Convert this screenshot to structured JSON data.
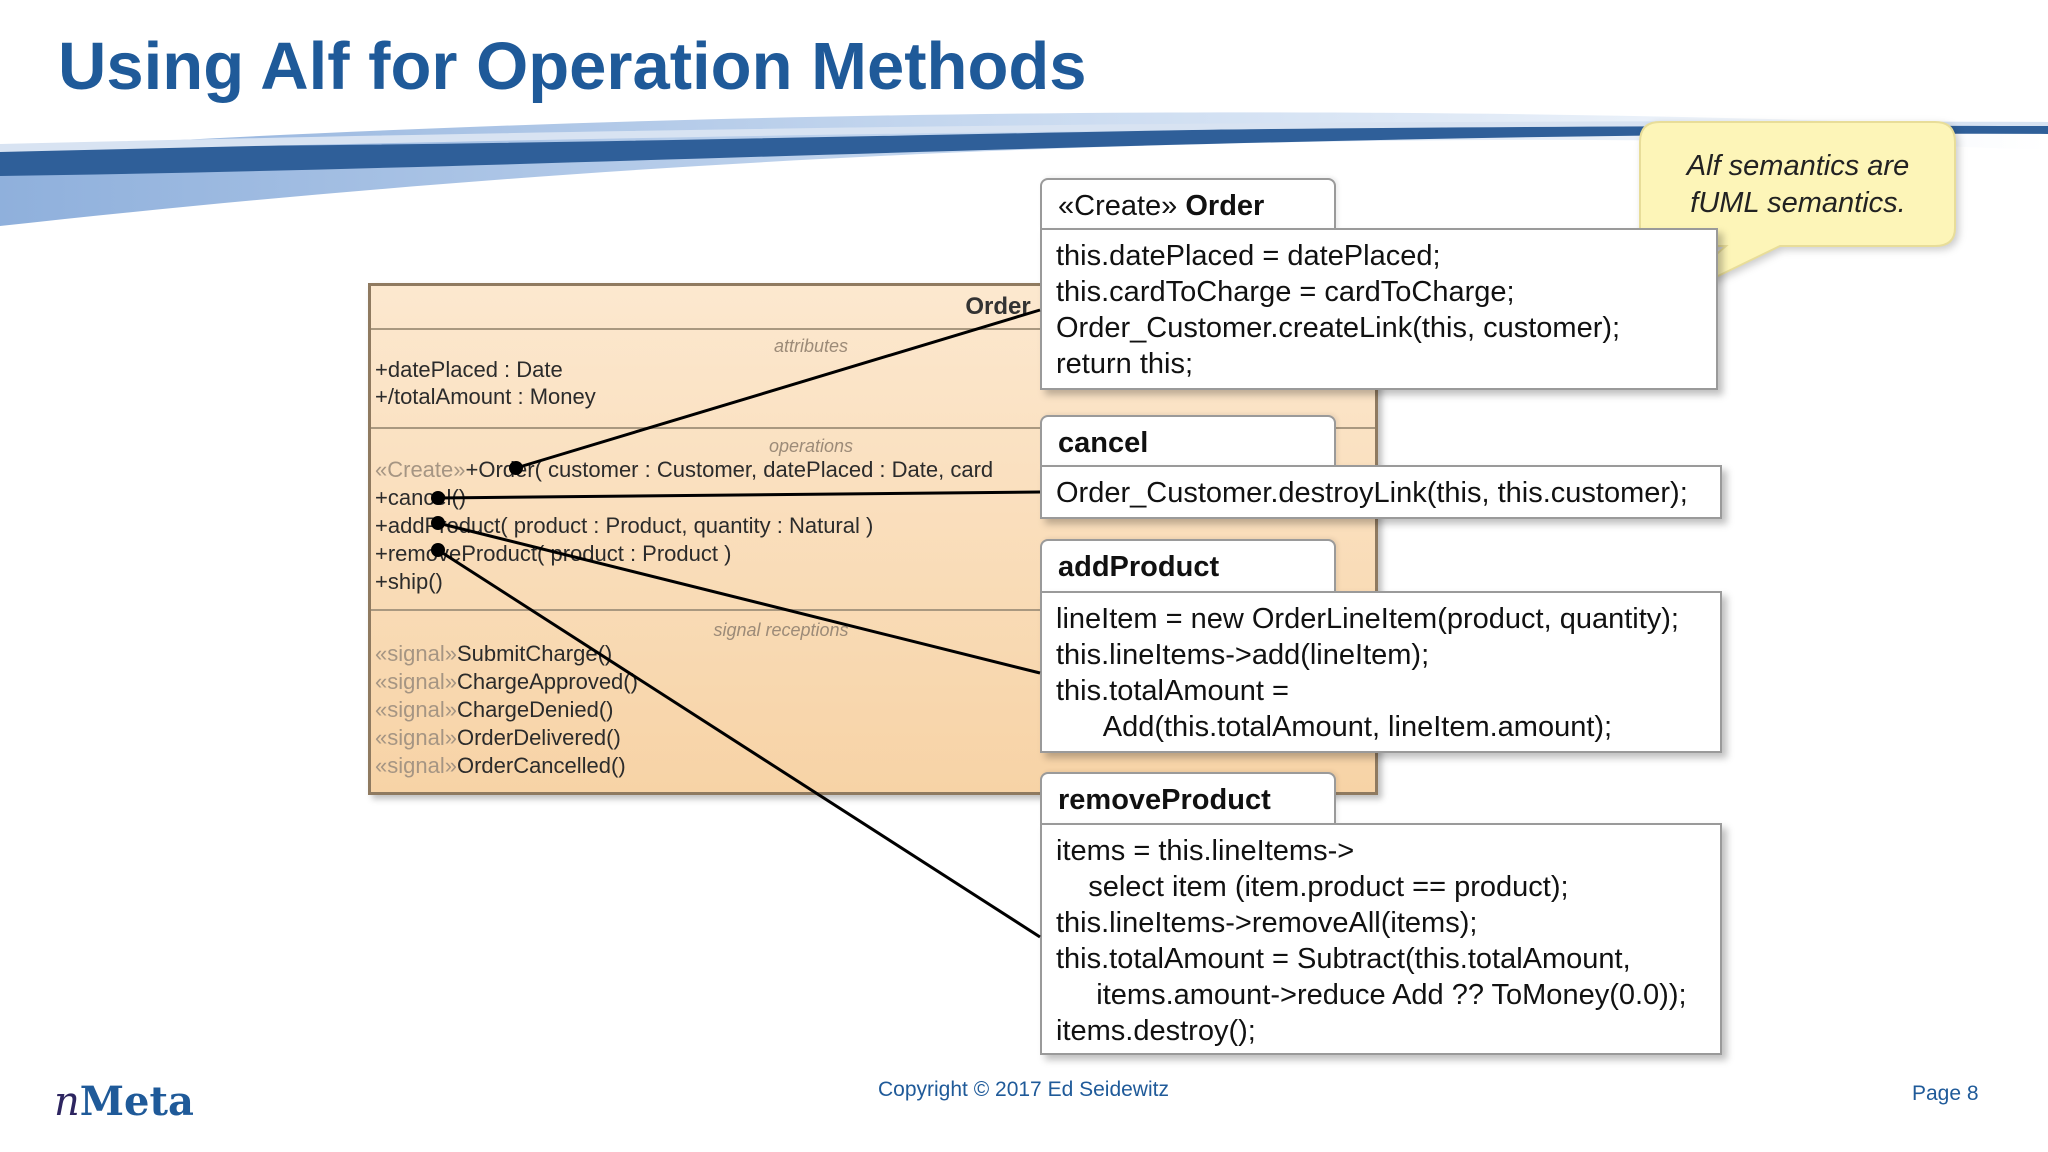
{
  "slide": {
    "title": "Using Alf for Operation Methods",
    "copyright": "Copyright © 2017 Ed Seidewitz",
    "page": "Page 8",
    "logo_text": "nMeta"
  },
  "callout": {
    "line1": "Alf semantics are",
    "line2": "fUML semantics."
  },
  "uml_class": {
    "name": "Order",
    "attributes_label": "attributes",
    "attributes": [
      "+datePlaced : Date",
      "+/totalAmount : Money"
    ],
    "operations_label": "operations",
    "operations": [
      {
        "stereotype": "«Create»",
        "text": "+Order( customer : Customer, datePlaced : Date, card"
      },
      {
        "stereotype": "",
        "text": "+cancel()"
      },
      {
        "stereotype": "",
        "text": "+addProduct( product : Product, quantity : Natural )"
      },
      {
        "stereotype": "",
        "text": "+removeProduct( product : Product )"
      },
      {
        "stereotype": "",
        "text": "+ship()"
      }
    ],
    "receptions_label": "signal receptions",
    "receptions": [
      {
        "stereotype": "«signal»",
        "text": "SubmitCharge()"
      },
      {
        "stereotype": "«signal»",
        "text": "ChargeApproved()"
      },
      {
        "stereotype": "«signal»",
        "text": "ChargeDenied()"
      },
      {
        "stereotype": "«signal»",
        "text": "OrderDelivered()"
      },
      {
        "stereotype": "«signal»",
        "text": "OrderCancelled()"
      }
    ]
  },
  "methods": {
    "create": {
      "stereotype": "«Create»",
      "name": "Order",
      "code": [
        "this.datePlaced = datePlaced;",
        "this.cardToCharge = cardToCharge;",
        "Order_Customer.createLink(this, customer);",
        "return this;"
      ]
    },
    "cancel": {
      "name": "cancel",
      "code": [
        "Order_Customer.destroyLink(this, this.customer);"
      ]
    },
    "addProduct": {
      "name": "addProduct",
      "code": [
        "lineItem = new OrderLineItem(product, quantity);",
        "this.lineItems->add(lineItem);",
        "this.totalAmount =",
        "      Add(this.totalAmount, lineItem.amount);"
      ]
    },
    "removeProduct": {
      "name": "removeProduct",
      "code": [
        "items = this.lineItems->",
        "    select item (item.product == product);",
        "this.lineItems->removeAll(items);",
        "this.totalAmount = Subtract(this.totalAmount,",
        "     items.amount->reduce Add ?? ToMoney(0.0));",
        "items.destroy();"
      ]
    }
  },
  "colors": {
    "title": "#1f5a99",
    "callout_fill": "#fdf5b8",
    "uml_fill": "#f9dcb5"
  }
}
